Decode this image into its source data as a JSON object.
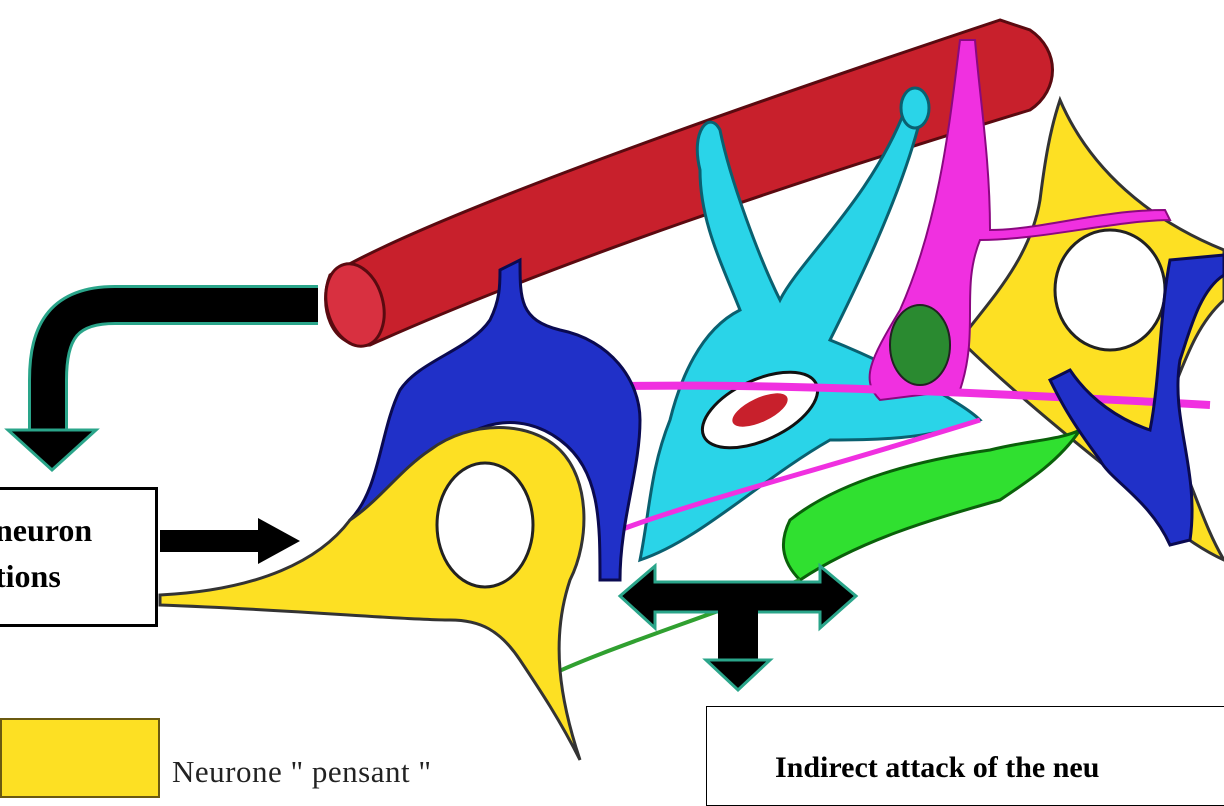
{
  "labels": {
    "left_box_line1": "neuron",
    "left_box_line2": "tions",
    "right_box": "Indirect attack of the neu",
    "legend_label": "Neurone  \" pensant \""
  },
  "legend": {
    "swatch_color": "#fde023"
  },
  "colors": {
    "blood_vessel": "#c8202c",
    "blue_cell": "#2030c8",
    "cyan_cell": "#2ad4e8",
    "yellow_neuron": "#fde023",
    "magenta_cell": "#f030e0",
    "green_cell": "#30e030",
    "arrow": "#000000",
    "arrow_outline": "#2aa58a"
  }
}
